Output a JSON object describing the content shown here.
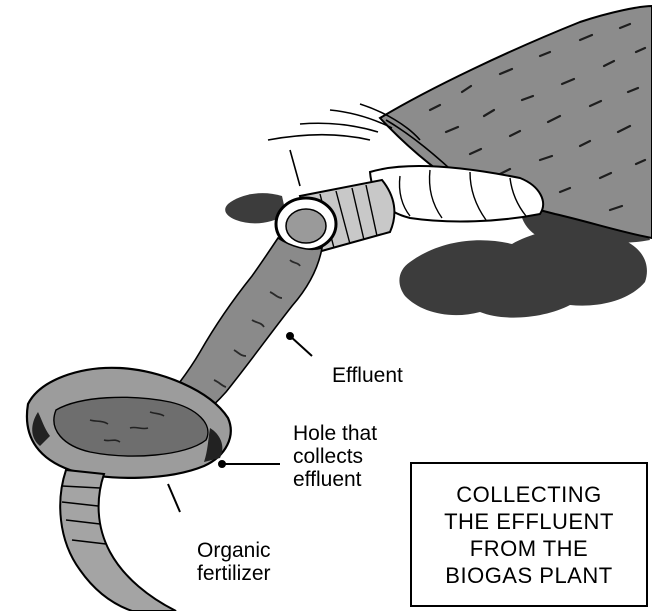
{
  "labels": {
    "effluent": "Effluent",
    "hole": [
      "Hole that",
      "collects",
      "effluent"
    ],
    "organic": [
      "Organic",
      "fertilizer"
    ]
  },
  "title_box": {
    "lines": [
      "COLLECTING",
      "THE EFFLUENT",
      "FROM THE",
      "BIOGAS PLANT"
    ]
  },
  "colors": {
    "background": "#ffffff",
    "ink": "#000000",
    "dark_slurry": "#3c3c3c",
    "mid_slurry": "#777777",
    "light_ground": "#b4b4b4"
  }
}
